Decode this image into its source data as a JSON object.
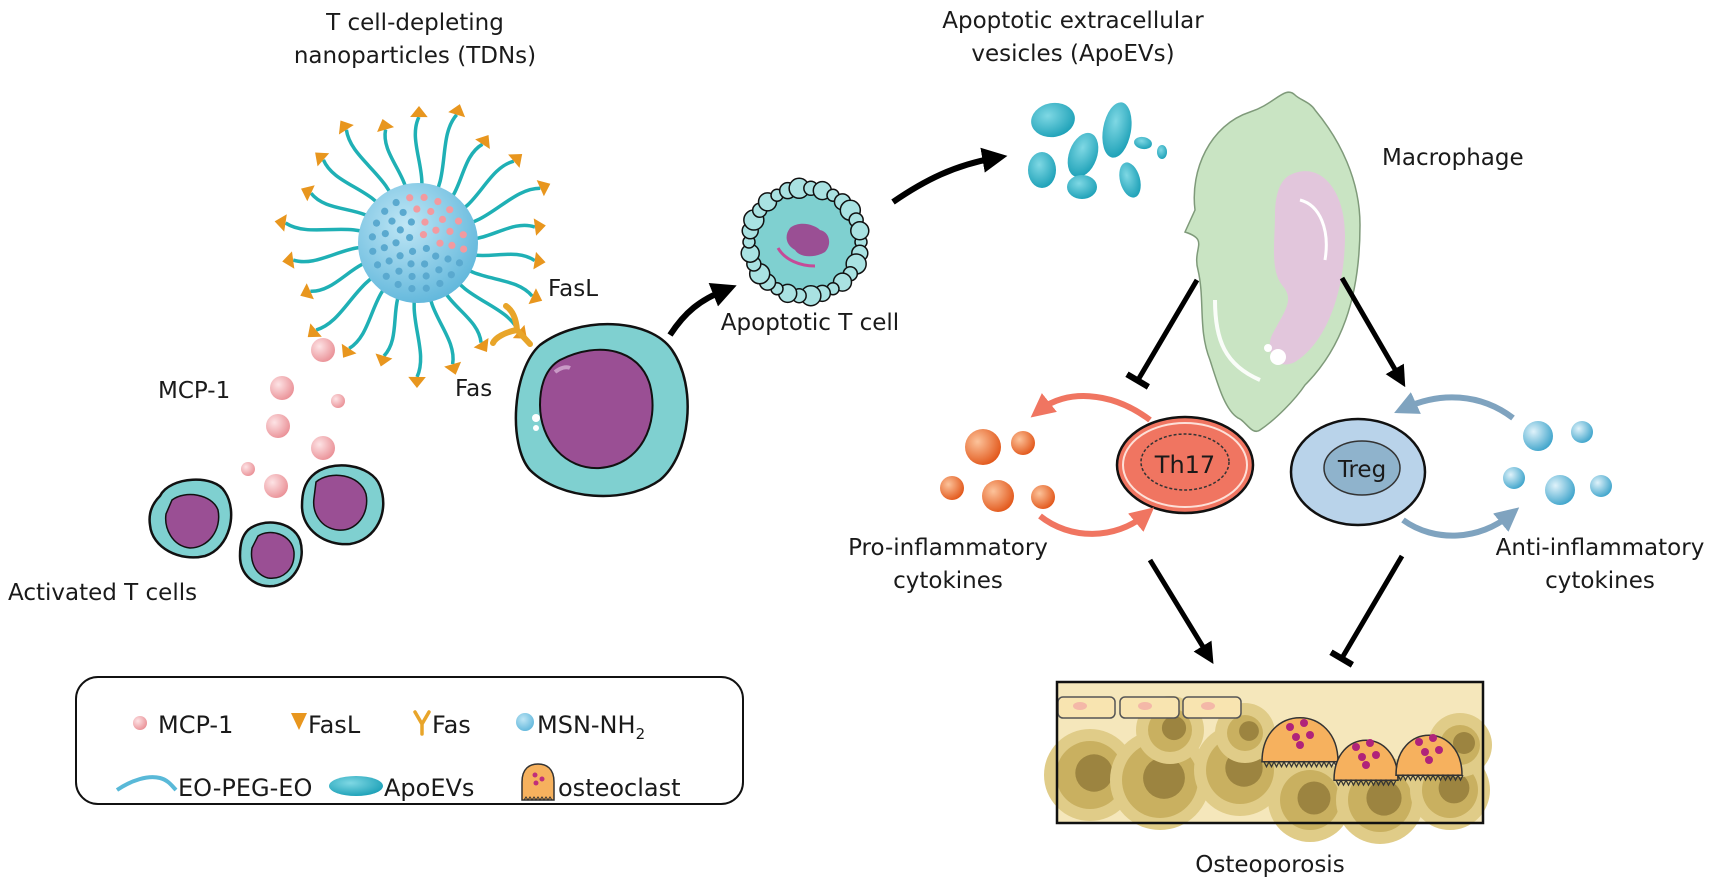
{
  "title_tdn": [
    "T cell-depleting",
    "nanoparticles (TDNs)"
  ],
  "title_apoevs": [
    "Apoptotic extracellular",
    "vesicles (ApoEVs)"
  ],
  "labels": {
    "fasl": "FasL",
    "fas": "Fas",
    "mcp1": "MCP-1",
    "activated_t_cells": "Activated T cells",
    "apoptotic_t_cell": "Apoptotic T cell",
    "macrophage": "Macrophage",
    "th17": "Th17",
    "treg": "Treg",
    "pro_inflammatory": [
      "Pro-inflammatory",
      "cytokines"
    ],
    "anti_inflammatory": [
      "Anti-inflammatory",
      "cytokines"
    ],
    "osteoporosis": "Osteoporosis"
  },
  "legend": {
    "items": [
      {
        "icon": "mcp1-dot-icon",
        "label": "MCP-1"
      },
      {
        "icon": "fasl-triangle-icon",
        "label": "FasL"
      },
      {
        "icon": "fas-receptor-icon",
        "label": "Fas"
      },
      {
        "icon": "msn-sphere-icon",
        "label": "MSN-NH",
        "subscript": "2"
      },
      {
        "icon": "peg-strand-icon",
        "label": "EO-PEG-EO"
      },
      {
        "icon": "apoev-ellipse-icon",
        "label": "ApoEVs"
      },
      {
        "icon": "osteoclast-icon",
        "label": "osteoclast"
      }
    ]
  },
  "relations": [
    {
      "from": "TDNs",
      "to": "Activated T cell",
      "type": "binds (FasL-Fas)"
    },
    {
      "from": "Activated T cell",
      "to": "Apoptotic T cell",
      "type": "promotes"
    },
    {
      "from": "Apoptotic T cell",
      "to": "ApoEVs",
      "type": "promotes"
    },
    {
      "from": "Macrophage",
      "to": "Th17",
      "type": "inhibits"
    },
    {
      "from": "Macrophage",
      "to": "Treg",
      "type": "promotes"
    },
    {
      "from": "Th17",
      "to": "Osteoporosis",
      "type": "promotes"
    },
    {
      "from": "Treg",
      "to": "Osteoporosis",
      "type": "inhibits"
    }
  ],
  "colors": {
    "fasl": "#e8961e",
    "peg": "#1fb0b5",
    "msn": "#7cc6e3",
    "mcp1": "#f2a0a5",
    "tcell_cyto": "#7fd0d0",
    "tcell_nucleus": "#9a4f94",
    "apoev": "#2bb0c4",
    "macrophage": "#c9e4c3",
    "macrophage_nucleus": "#e2c6dc",
    "th17": "#f07561",
    "treg": "#b9d3ea",
    "pro_cytokine": "#f26a1f",
    "anti_cytokine": "#5ab6d6",
    "osteoclast": "#f6b15e",
    "bone": "#f5e7bb",
    "bone_dark": "#9c8440",
    "arrow": "#000000",
    "th17_loop": "#f07561",
    "treg_loop": "#7fa3bf"
  }
}
